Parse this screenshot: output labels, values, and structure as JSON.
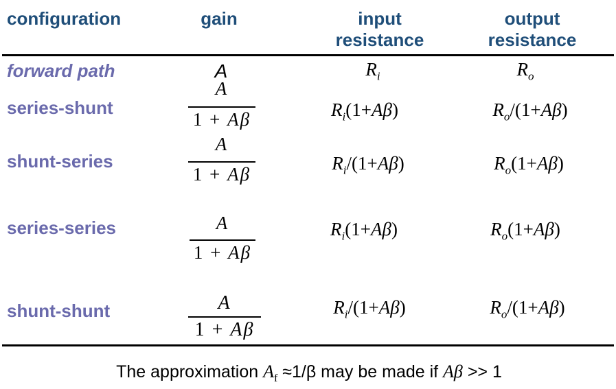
{
  "header": {
    "configuration": "configuration",
    "gain": "gain",
    "input_line1": "input",
    "input_line2": "resistance",
    "output_line1": "output",
    "output_line2": "resistance"
  },
  "rows": [
    {
      "label": "forward path",
      "gain": "A",
      "input": {
        "sym": "R",
        "sub": "i",
        "pre": "",
        "var": "",
        "post": ""
      },
      "output": {
        "sym": "R",
        "sub": "o",
        "pre": "",
        "var": "",
        "post": ""
      }
    },
    {
      "label": "series-shunt",
      "gain": {
        "num": "A",
        "den_const": "1 + ",
        "den_var": "Aβ"
      },
      "input": {
        "sym": "R",
        "sub": "i",
        "pre": "(1+",
        "var": "Aβ",
        "post": ")"
      },
      "output": {
        "sym": "R",
        "sub": "o",
        "pre": "/(1+",
        "var": "Aβ",
        "post": ")"
      }
    },
    {
      "label": "shunt-series",
      "gain": {
        "num": "A",
        "den_const": "1 + ",
        "den_var": "Aβ"
      },
      "input": {
        "sym": "R",
        "sub": "i",
        "pre": "/(1+",
        "var": "Aβ",
        "post": ")"
      },
      "output": {
        "sym": "R",
        "sub": "o",
        "pre": "(1+",
        "var": "Aβ",
        "post": ")"
      }
    },
    {
      "label": "series-series",
      "gain": {
        "num": "A",
        "den_const": "1 + ",
        "den_var": "Aβ"
      },
      "input": {
        "sym": "R",
        "sub": "i",
        "pre": "(1+",
        "var": "Aβ",
        "post": ")"
      },
      "output": {
        "sym": "R",
        "sub": "o",
        "pre": "(1+",
        "var": "Aβ",
        "post": ")"
      }
    },
    {
      "label": "shunt-shunt",
      "gain": {
        "num": "A",
        "den_const": "1 + ",
        "den_var": "Aβ"
      },
      "input": {
        "sym": "R",
        "sub": "i",
        "pre": "/(1+",
        "var": "Aβ",
        "post": ")"
      },
      "output": {
        "sym": "R",
        "sub": "o",
        "pre": "/(1+",
        "var": "Aβ",
        "post": ")"
      }
    }
  ],
  "footer": {
    "text_1": "The approximation ",
    "var_1": "A",
    "sub_1": "f",
    "text_2": " ≈1/β may be made if ",
    "var_2": "Aβ",
    "text_3": " >> 1"
  },
  "colors": {
    "header_text": "#1F4E79",
    "label_text": "#6A6AAC",
    "math_text": "#000000",
    "rule": "#000000"
  }
}
